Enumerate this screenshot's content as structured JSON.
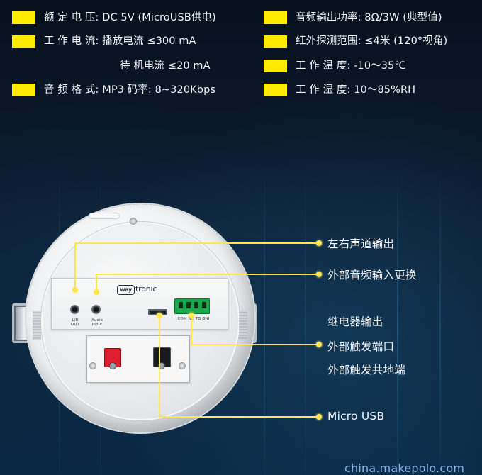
{
  "colors": {
    "background": "#081423",
    "accent": "#ffea00",
    "callout": "#ffe64a",
    "text": "#f2f5f8",
    "watermark": "#8ab3e8"
  },
  "specs": {
    "rated_voltage": "额 定 电 压: DC 5V (MicroUSB供电)",
    "audio_output_power": "音频输出功率: 8Ω/3W (典型值)",
    "working_current_play": "工 作 电 流: 播放电流 ≤300 mA",
    "infrared_range": "红外探测范围: ≤4米 (120°视角)",
    "standby_current": "待 机电流 ≤20 mA",
    "working_temperature": "工 作 温 度: -10～35℃",
    "audio_format": "音 频 格 式: MP3 码率: 8~320Kbps",
    "working_humidity": "工 作 湿 度: 10～85%RH"
  },
  "device": {
    "brand_box": "way",
    "brand": "tronic",
    "port_lr_out": "L/R\nOUT",
    "port_audio_input": "Audio\nInput",
    "terminal_label": "COM NO TG GNI"
  },
  "callouts": {
    "left_right_output": "左右声道输出",
    "external_audio_input": "外部音频输入更换",
    "relay_output": "继电器输出",
    "external_trigger_port": "外部触发端口",
    "external_trigger_ground": "外部触发共地端",
    "micro_usb": "Micro USB"
  },
  "watermark": "china.makepolo.com"
}
